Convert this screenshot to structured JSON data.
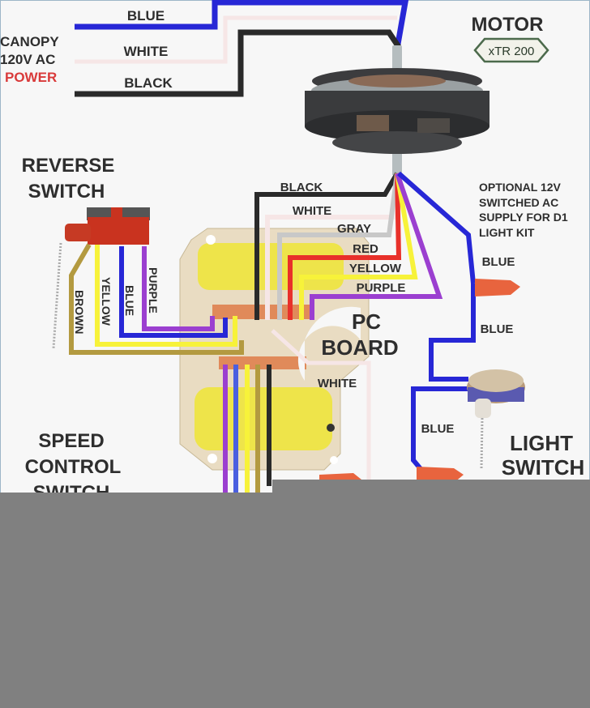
{
  "diagram": {
    "title": "Ceiling Fan Wiring Diagram",
    "power_source": {
      "line1": "CANOPY",
      "line2": "120V AC",
      "line3": "POWER",
      "wires": [
        "BLUE",
        "WHITE",
        "BLACK"
      ]
    },
    "motor": {
      "label": "MOTOR",
      "badge": "xTR 200"
    },
    "motor_leads": [
      "BLACK",
      "WHITE",
      "GRAY",
      "RED",
      "YELLOW",
      "PURPLE"
    ],
    "reverse_switch": {
      "line1": "REVERSE",
      "line2": "SWITCH",
      "wires": [
        "BROWN",
        "YELLOW",
        "BLUE",
        "PURPLE"
      ]
    },
    "pc_board": {
      "line1": "PC",
      "line2": "BOARD",
      "white_label": "WHITE"
    },
    "light_kit": {
      "line1": "OPTIONAL 12V",
      "line2": "SWITCHED AC",
      "line3": "SUPPLY FOR D1",
      "line4": "LIGHT KIT",
      "wire_labels": [
        "BLUE",
        "BLUE",
        "BLUE"
      ]
    },
    "speed_control": {
      "line1": "SPEED",
      "line2": "CONTROL",
      "line3": "SWITCH"
    },
    "light_switch": {
      "line1": "LIGHT",
      "line2": "SWITCH"
    },
    "colors": {
      "blue": "#2727d6",
      "black": "#2a2a2a",
      "white_wire": "#f6e6e6",
      "gray": "#c8c8c8",
      "red": "#e8302a",
      "yellow": "#f7f23a",
      "purple": "#9b3fd0",
      "brown": "#b39a40",
      "power_red": "#d93a3a",
      "overlay": "#808080",
      "background": "#f7f7f7"
    }
  }
}
